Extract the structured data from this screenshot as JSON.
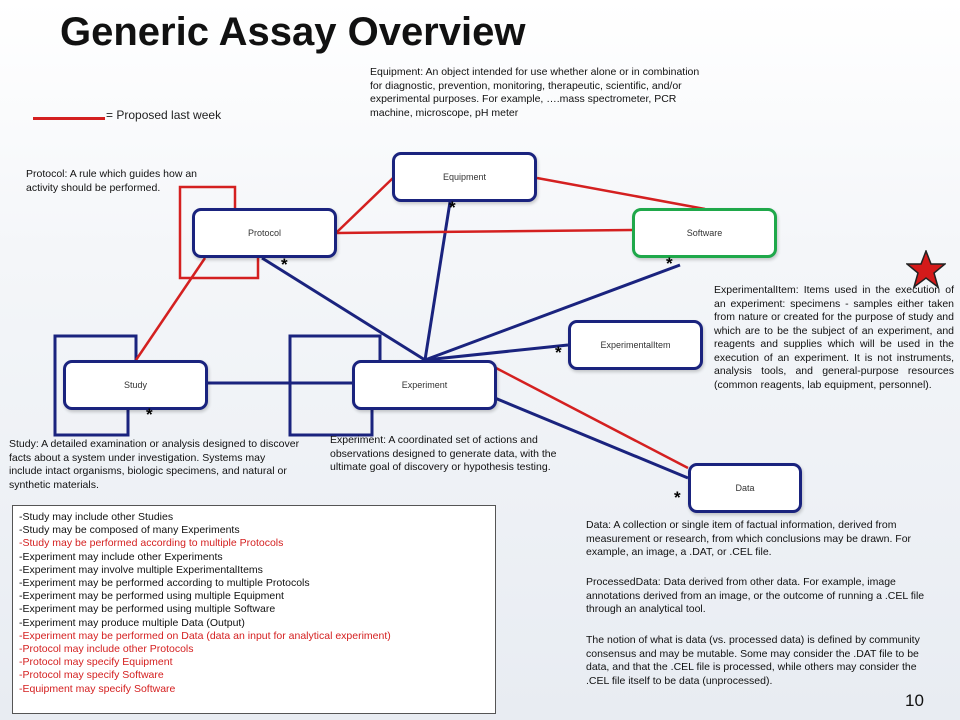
{
  "title": "Generic Assay Overview",
  "legend": {
    "label": "= Proposed last week",
    "color": "#d42020"
  },
  "nodes": {
    "equipment": "Equipment",
    "software": "Software",
    "protocol": "Protocol",
    "experimental_item": "ExperimentalItem",
    "study": "Study",
    "experiment": "Experiment",
    "data": "Data"
  },
  "multiplicity": "*",
  "notes": {
    "equipment": "Equipment: An object intended for use whether alone or in combination for diagnostic, prevention, monitoring, therapeutic, scientific, and/or experimental purposes.  For example, ….mass spectrometer, PCR machine, microscope, pH meter",
    "protocol": "Protocol: A rule which guides how an activity should be performed.",
    "experimental_item": "ExperimentalItem: Items used in the execution of an experiment: specimens - samples either taken from nature or created for the purpose of study and which are to be the subject of an experiment, and reagents and supplies which will be used in the execution of an experiment. It is not instruments, analysis tools, and general-purpose resources (common reagents, lab equipment, personnel).",
    "study": "Study: A detailed examination or analysis designed to discover facts about a system under investigation. Systems may include intact organisms, biologic specimens, and natural or synthetic materials.",
    "experiment": "Experiment: A coordinated set of actions and observations designed to generate data, with the ultimate goal of discovery or hypothesis testing.",
    "data": "Data: A collection or single item of factual information, derived from measurement or research, from which conclusions may be drawn.  For example, an image, a .DAT, or .CEL file.",
    "processed_data": "ProcessedData: Data derived from other data.  For example, image annotations derived from an image, or the outcome of running a .CEL file through an analytical tool.",
    "data_notion": "The notion of what is data (vs. processed data) is defined by community consensus and may be mutable.  Some may consider the .DAT file to be data, and that the .CEL file is processed, while others may consider the .CEL file itself to be data (unprocessed)."
  },
  "rules": [
    {
      "text": "-Study may include other Studies",
      "color": "black"
    },
    {
      "text": "-Study may be composed of many Experiments",
      "color": "black"
    },
    {
      "text": "-Study may be performed according to multiple Protocols",
      "color": "red"
    },
    {
      "text": "-Experiment may include other Experiments",
      "color": "black"
    },
    {
      "text": "-Experiment may involve multiple ExperimentalItems",
      "color": "black"
    },
    {
      "text": "-Experiment may be performed according to multiple Protocols",
      "color": "black"
    },
    {
      "text": "-Experiment may be performed using multiple Equipment",
      "color": "black"
    },
    {
      "text": "-Experiment may be performed using multiple Software",
      "color": "black"
    },
    {
      "text": "-Experiment may produce multiple Data (Output)",
      "color": "black"
    },
    {
      "text": "-Experiment may be performed on Data (data an input for analytical experiment)",
      "color": "red"
    },
    {
      "text": "-Protocol may include other Protocols",
      "color": "red"
    },
    {
      "text": "-Protocol may specify Equipment",
      "color": "red"
    },
    {
      "text": "-Protocol may specify Software",
      "color": "red"
    },
    {
      "text": "-Equipment may specify Software",
      "color": "red"
    }
  ],
  "page_number": "10",
  "colors": {
    "blue_line": "#1a237e",
    "red_line": "#d42020",
    "green_border": "#1fa84a"
  }
}
